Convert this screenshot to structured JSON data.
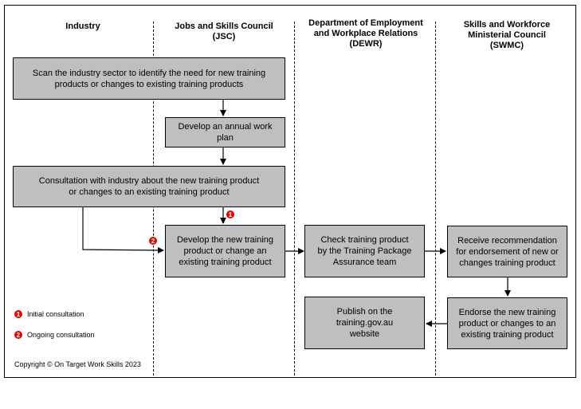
{
  "lanes": [
    {
      "title": "Industry"
    },
    {
      "title": "Jobs and Skills Council\n(JSC)"
    },
    {
      "title": "Department of Employment\nand Workplace Relations\n(DEWR)"
    },
    {
      "title": "Skills and Workforce\nMinisterial Council\n(SWMC)"
    }
  ],
  "boxes": {
    "scan": "Scan the industry sector to identify the need for new training\nproducts or changes to existing training products",
    "workplan": "Develop an annual work plan",
    "consultation": "Consultation with industry about the new training product\nor changes to an existing training product",
    "develop": "Develop the new training\nproduct or change an\nexisting training product",
    "check": "Check training product\nby the Training Package\nAssurance team",
    "receive": "Receive recommendation\nfor endorsement of new or\nchanges training product",
    "endorse": "Endorse the new training\nproduct or changes to an\nexisting training product",
    "publish": "Publish on the\ntraining.gov.au\nwebsite"
  },
  "badges": {
    "one": "1",
    "two": "2"
  },
  "legend": {
    "initial": "Initial consultation",
    "ongoing": "Ongoing consultation"
  },
  "copyright": "Copyright © On Target Work Skills 2023",
  "colors": {
    "box_fill": "#bfbfbf",
    "badge": "#e60000"
  }
}
